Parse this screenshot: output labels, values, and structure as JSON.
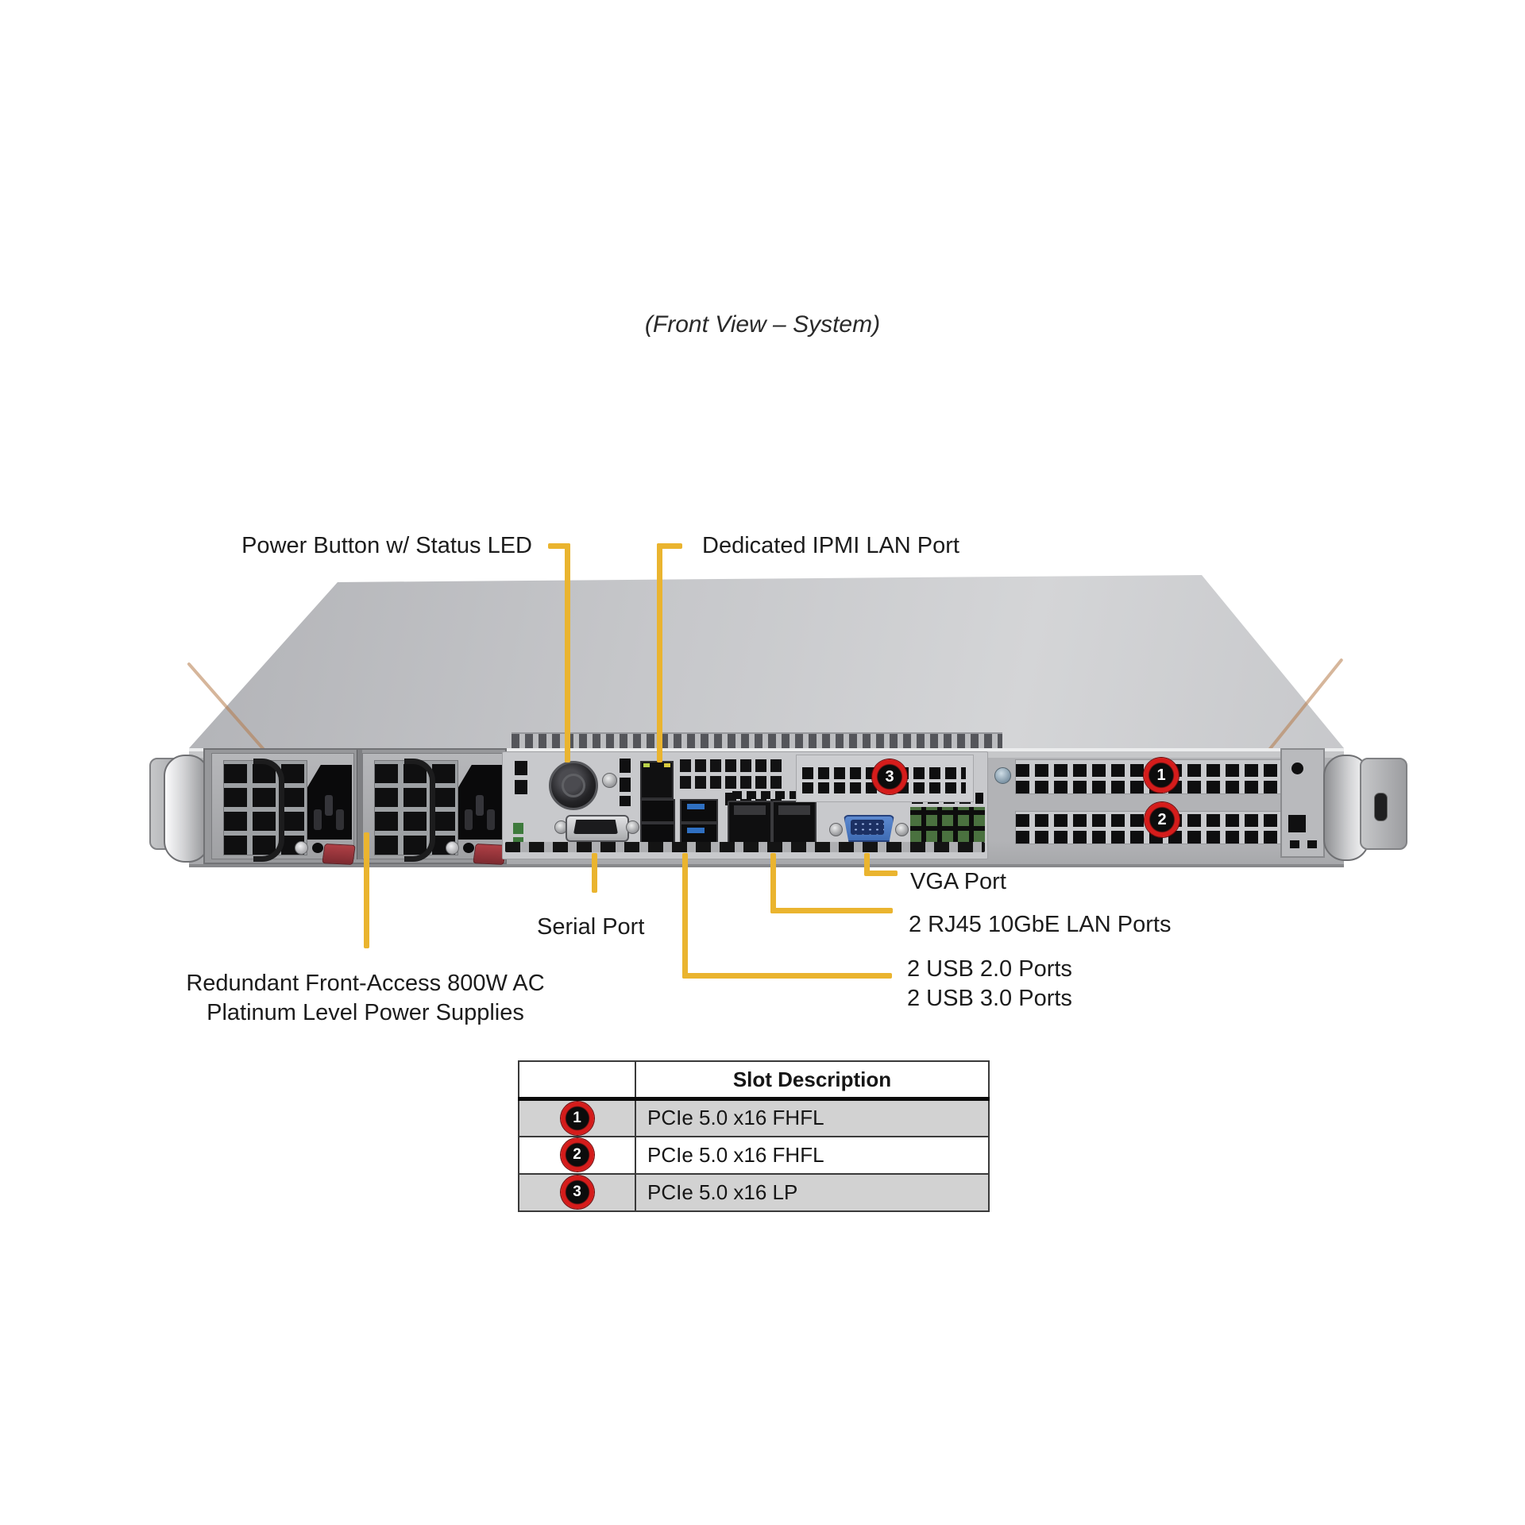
{
  "title": "(Front View – System)",
  "colors": {
    "callout_yellow": "#EAB42F",
    "badge_red": "#D51C1B",
    "chassis_gray": "#C9CACD",
    "table_row_gray": "#D2D2D2",
    "usb3_blue": "#2F6FC1",
    "vga_blue": "#4D7CC4"
  },
  "callouts": {
    "power_button": "Power Button w/ Status LED",
    "ipmi": "Dedicated IPMI LAN Port",
    "vga": "VGA Port",
    "rj45": "2 RJ45 10GbE LAN Ports",
    "usb_line1": "2 USB 2.0 Ports",
    "usb_line2": "2 USB 3.0 Ports",
    "serial": "Serial Port",
    "psu_line1": "Redundant Front-Access 800W AC",
    "psu_line2": "Platinum Level Power Supplies"
  },
  "slot_badges": {
    "slot1": "1",
    "slot2": "2",
    "slot3": "3"
  },
  "table": {
    "header": "Slot Description",
    "rows": [
      {
        "badge": "1",
        "description": "PCIe 5.0 x16 FHFL"
      },
      {
        "badge": "2",
        "description": "PCIe 5.0 x16 FHFL"
      },
      {
        "badge": "3",
        "description": "PCIe 5.0 x16 LP"
      }
    ]
  }
}
